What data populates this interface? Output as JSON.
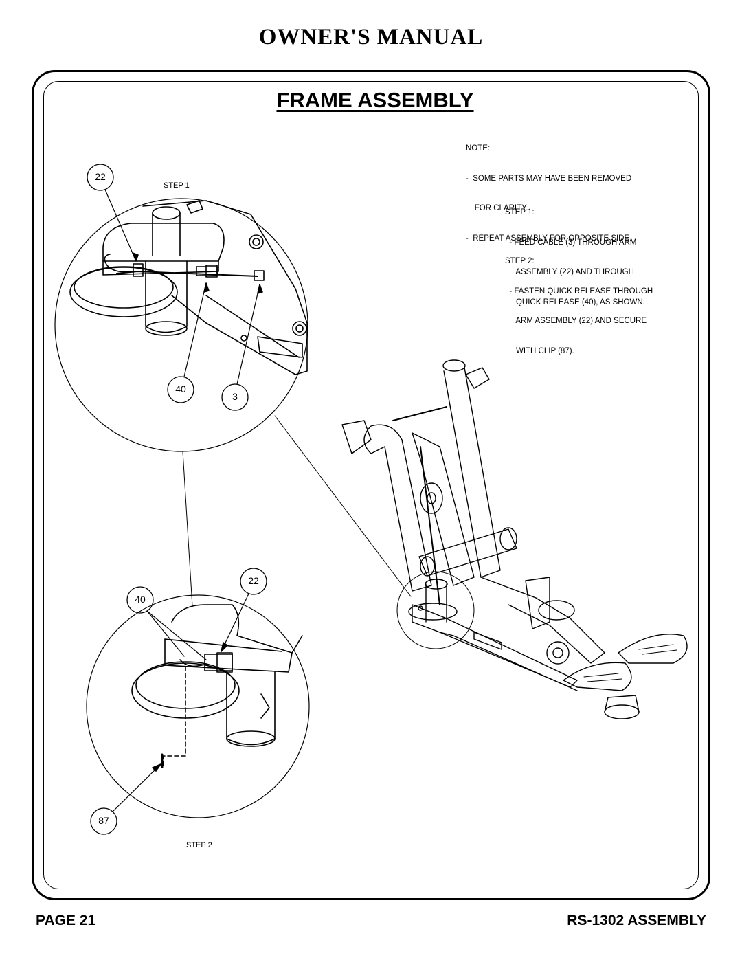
{
  "header": {
    "title": "OWNER'S MANUAL"
  },
  "section": {
    "title": "FRAME ASSEMBLY"
  },
  "note": {
    "heading": "NOTE:",
    "lines": [
      "-  SOME PARTS MAY HAVE BEEN REMOVED",
      "    FOR CLARITY.",
      "-  REPEAT ASSEMBLY FOR OPPOSITE SIDE."
    ]
  },
  "instructions": {
    "step1": {
      "heading": "STEP 1:",
      "lines": [
        "  - FEED CABLE (3) THROUGH ARM",
        "     ASSEMBLY (22) AND THROUGH",
        "     QUICK RELEASE (40), AS SHOWN."
      ]
    },
    "step2": {
      "heading": "STEP 2:",
      "lines": [
        "  - FASTEN QUICK RELEASE THROUGH",
        "     ARM ASSEMBLY (22) AND SECURE",
        "     WITH CLIP (87)."
      ]
    }
  },
  "diagram": {
    "step1_label": "STEP 1",
    "step2_label": "STEP 2",
    "callouts": {
      "step1_arm": "22",
      "step1_quick_release": "40",
      "step1_cable": "3",
      "step2_quick_release": "40",
      "step2_arm": "22",
      "step2_clip": "87"
    }
  },
  "footer": {
    "page": "PAGE 21",
    "model": "RS-1302 ASSEMBLY"
  }
}
